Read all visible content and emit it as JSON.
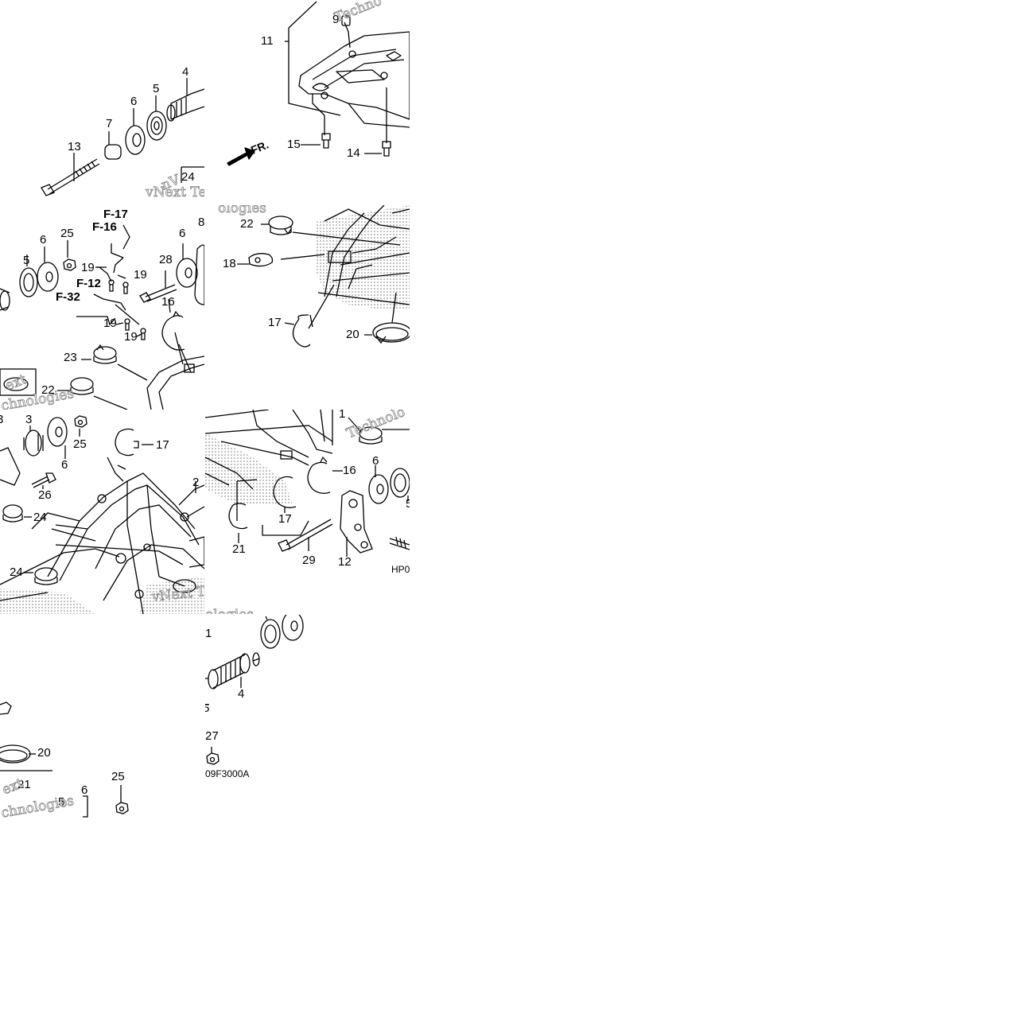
{
  "diagram": {
    "code_partial_top": "HP0",
    "code_partial_bottom": "09F3000A",
    "direction_label": "FR.",
    "watermark_fragments": {
      "t0_techno": "Techno",
      "t1_vnext_tec": "vNext Tec",
      "t2_ologies": "ologies",
      "t3_ext": "ext",
      "t4_chnologies": "chnologies",
      "t5_technolo": "Technolo",
      "t6_vnext_tec": "vNext Tec",
      "t7_ologies": "ologies",
      "t8_ext": "ext",
      "t9_technologies": "chnologies",
      "t10_nv": "nV"
    },
    "callouts": {
      "c_9": "9",
      "c_11": "11",
      "c_15": "15",
      "c_14": "14",
      "c_4a": "4",
      "c_5a": "5",
      "c_6a": "6",
      "c_7": "7",
      "c_13": "13",
      "c_24a": "24",
      "c_22a": "22",
      "c_18": "18",
      "c_17a": "17",
      "c_20a": "20",
      "c_6b": "6",
      "c_25a": "25",
      "c_5b": "5",
      "c_19a": "19",
      "c_19b": "19",
      "c_19c": "19",
      "c_19d": "19",
      "c_28": "28",
      "c_6c": "6",
      "c_8": "8",
      "c_16a": "16",
      "c_23": "23",
      "c_22b": "22",
      "c_3b": "3",
      "c_3": "3",
      "c_25b": "25",
      "c_6d": "6",
      "c_17b": "17",
      "c_26": "26",
      "c_24b": "24",
      "c_24c": "24",
      "c_2": "2",
      "c_16b": "16",
      "c_6e": "6",
      "c_5c": "5",
      "c_17c": "17",
      "c_21a": "21",
      "c_29": "29",
      "c_12": "12",
      "c_1": "1",
      "c_1b": "1",
      "c_4b": "4",
      "c_5d": "5",
      "c_27": "27",
      "c_20b": "20",
      "c_21b": "21",
      "c_5e": "5",
      "c_6f": "6",
      "c_25c": "25"
    },
    "references": {
      "f17": "F-17",
      "f16": "F-16",
      "f12": "F-12",
      "f32": "F-32"
    }
  }
}
